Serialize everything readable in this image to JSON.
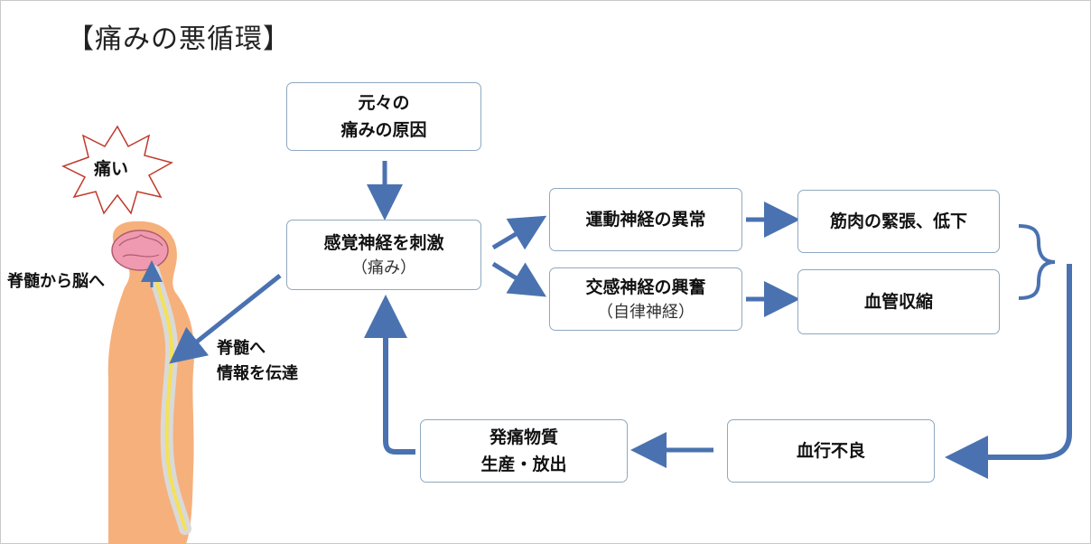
{
  "title": "【痛みの悪循環】",
  "pain_burst": "痛い",
  "body_labels": {
    "spine_to_brain": "脊髄から脳へ",
    "to_spine_line1": "脊髄へ",
    "to_spine_line2": "情報を伝達"
  },
  "boxes": {
    "origin": {
      "line1": "元々の",
      "line2": "痛みの原因"
    },
    "sensory": {
      "line1": "感覚神経を刺激",
      "line2": "（痛み）"
    },
    "motor": {
      "line1": "運動神経の異常"
    },
    "sympathetic": {
      "line1": "交感神経の興奮",
      "line2": "（自律神経）"
    },
    "muscle": {
      "line1": "筋肉の緊張、低下"
    },
    "vaso": {
      "line1": "血管収縮"
    },
    "blood_flow": {
      "line1": "血行不良"
    },
    "pain_substance": {
      "line1": "発痛物質",
      "line2": "生産・放出"
    }
  },
  "colors": {
    "arrow": "#4a72b0",
    "box_border": "#8fa8c0",
    "skin": "#f6b07c",
    "brain": "#ef9ab0",
    "nerve": "#f3e15a",
    "burst": "#c0392b"
  }
}
